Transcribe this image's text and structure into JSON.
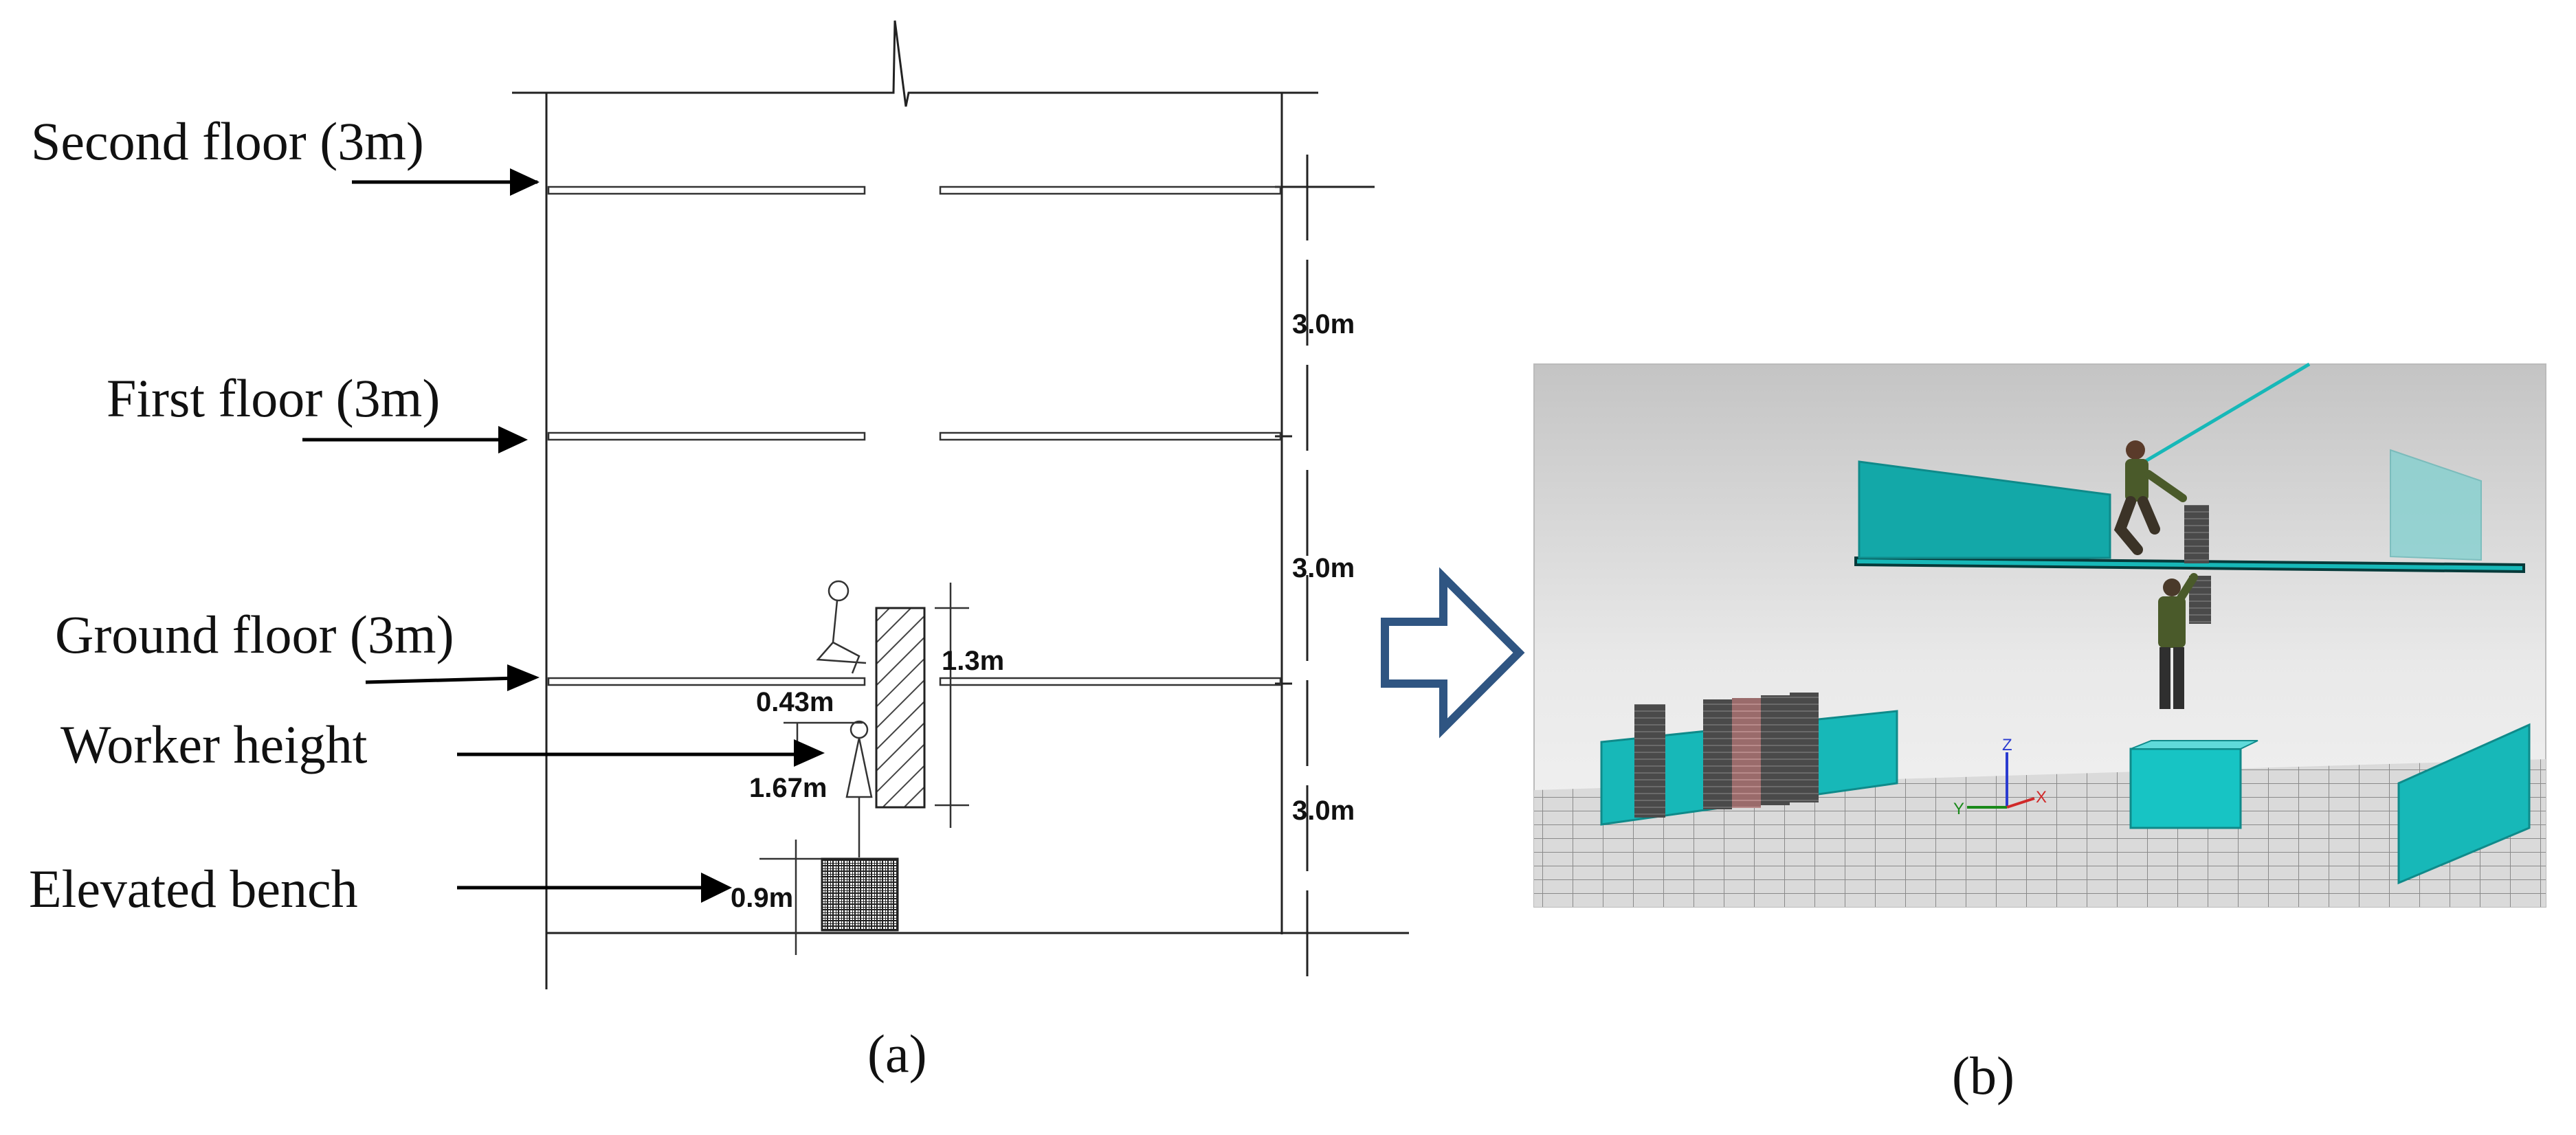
{
  "panel_a": {
    "caption": "(a)",
    "floor_labels": {
      "second": "Second floor (3m)",
      "first": "First floor (3m)",
      "ground": "Ground floor (3m)",
      "worker": "Worker height",
      "bench": "Elevated bench"
    },
    "dimensions": {
      "storey_top": "3.0m",
      "storey_mid": "3.0m",
      "storey_bottom": "3.0m",
      "wall_height": "1.3m",
      "knee_height": "0.43m",
      "worker_height": "1.67m",
      "bench_height": "0.9m"
    }
  },
  "panel_b": {
    "caption": "(b)",
    "axis_labels": {
      "x": "X",
      "y": "Y",
      "z": "Z"
    },
    "colors": {
      "teal": "#17b8b8",
      "teal_dark": "#0f8a8a",
      "grid_floor": "#b8b8b8",
      "background": "#cfcfcf"
    }
  },
  "arrow_color": "#2f5582"
}
